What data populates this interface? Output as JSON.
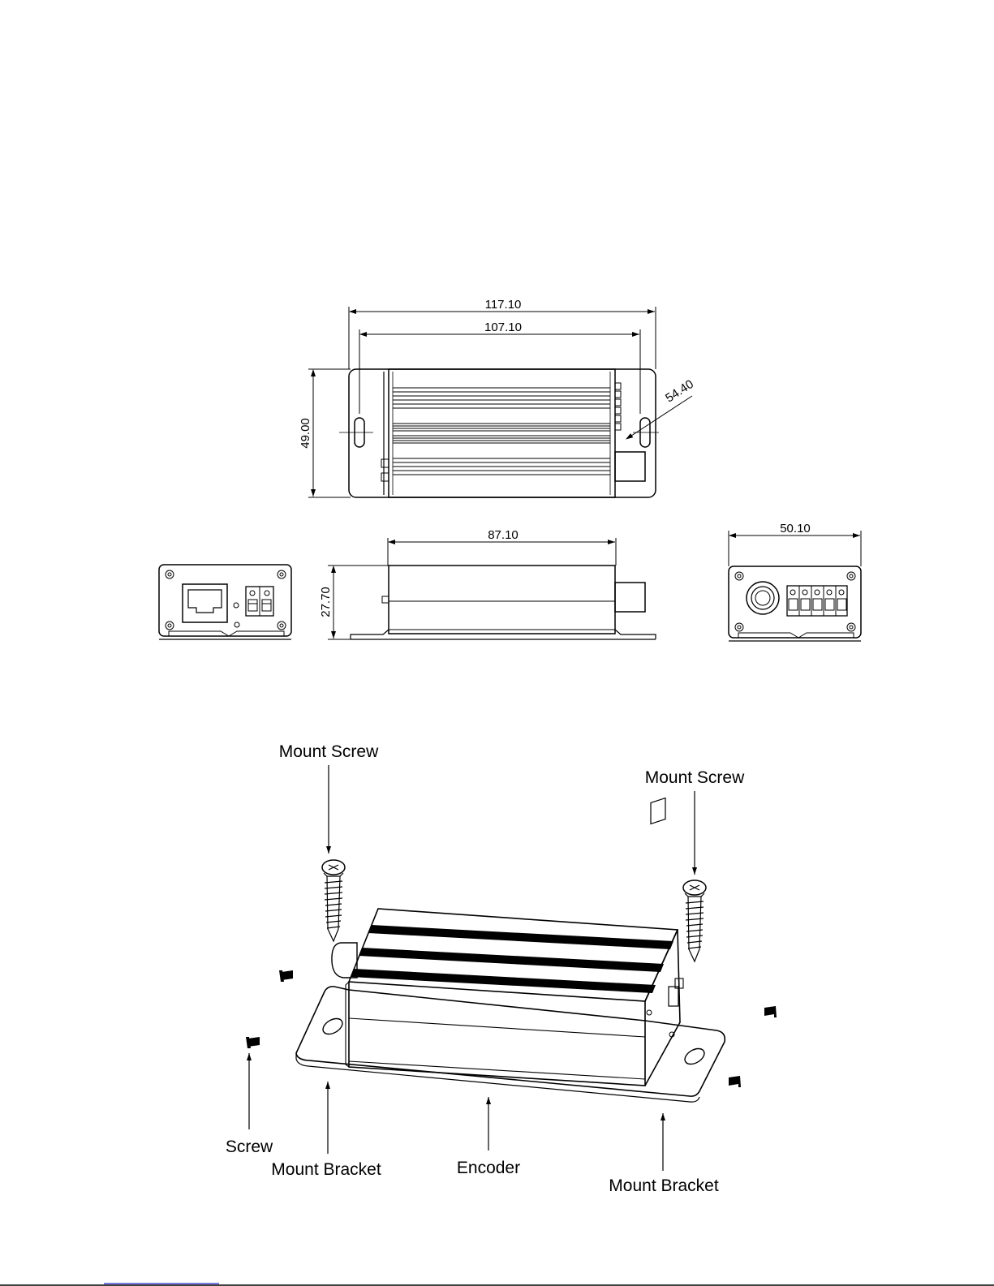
{
  "drawing": {
    "dimensions": {
      "top_overall_length": "117.10",
      "top_slot_spacing": "107.10",
      "top_width": "49.00",
      "top_diagonal": "54.40",
      "side_body_length": "87.10",
      "side_height": "27.70",
      "end_view_width": "50.10"
    },
    "assembly_labels": {
      "mount_screw_left": "Mount Screw",
      "mount_screw_right": "Mount Screw",
      "screw": "Screw",
      "mount_bracket_left": "Mount Bracket",
      "encoder": "Encoder",
      "mount_bracket_right": "Mount Bracket"
    }
  },
  "colors": {
    "line": "#000000",
    "background": "#ffffff",
    "link_underline": "#2b2bd6"
  }
}
